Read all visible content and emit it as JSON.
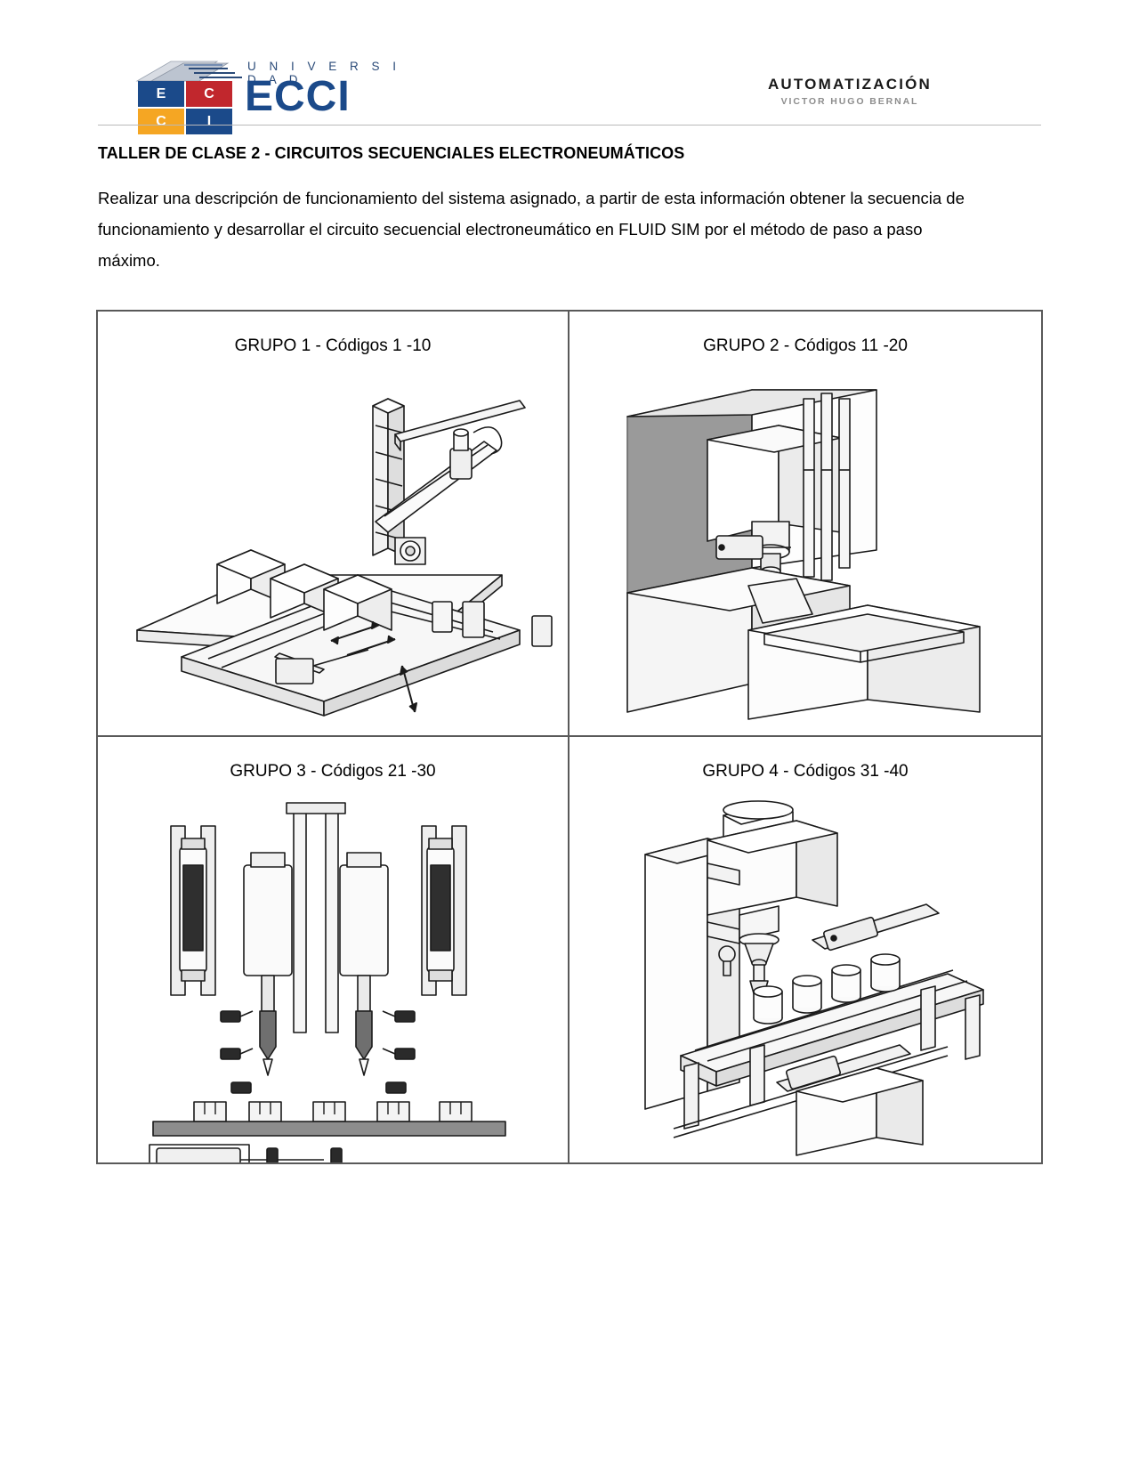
{
  "header": {
    "logo": {
      "cells": [
        "E",
        "C",
        "C",
        "I"
      ],
      "university_word": "U N I V E R S I D A D",
      "acronym": "ECCI",
      "colors": {
        "blue": "#1b4a8a",
        "red": "#c1272d",
        "yellow": "#f5a623",
        "univ_text": "#2a4a78"
      }
    },
    "brand": {
      "title": "AUTOMATIZACIÓN",
      "subtitle": "VICTOR HUGO BERNAL"
    }
  },
  "document": {
    "title": "TALLER DE CLASE 2 -  CIRCUITOS SECUENCIALES ELECTRONEUMÁTICOS",
    "paragraph": "Realizar una descripción de funcionamiento del sistema asignado, a partir de esta información obtener la secuencia de funcionamiento y desarrollar el circuito secuencial electroneumático en FLUID SIM por el método de paso a paso máximo."
  },
  "groups": [
    {
      "title": "GRUPO 1 - Códigos 1 -10",
      "illustration": "pick-and-place-gantry-with-boxes-on-conveyor"
    },
    {
      "title": "GRUPO 2 - Códigos 11 -20",
      "illustration": "vertical-press-over-tank-station"
    },
    {
      "title": "GRUPO 3 - Códigos 21 -30",
      "illustration": "dual-drill-press-with-clamping-cylinders"
    },
    {
      "title": "GRUPO 4 - Códigos 31 -40",
      "illustration": "filling-machine-with-bottle-conveyor"
    }
  ]
}
